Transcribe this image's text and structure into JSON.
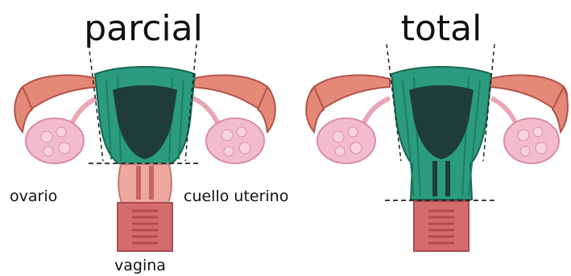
{
  "panels": [
    {
      "title": "parcial",
      "labels": {
        "left": "ovario",
        "right": "cuello uterino",
        "bottom": "vagina"
      }
    },
    {
      "title": "total"
    }
  ],
  "colors": {
    "tube": "#e48878",
    "tube_dark": "#c05e52",
    "ovary": "#f3bccd",
    "ovary_dark": "#d98ea6",
    "uterus_green": "#2b9c7e",
    "uterus_green_dark": "#17674f",
    "uterus_cavity": "#1f3d36",
    "cervix_pink": "#eda9a0",
    "vagina_red": "#d46c6e",
    "cut_line": "#222222"
  }
}
